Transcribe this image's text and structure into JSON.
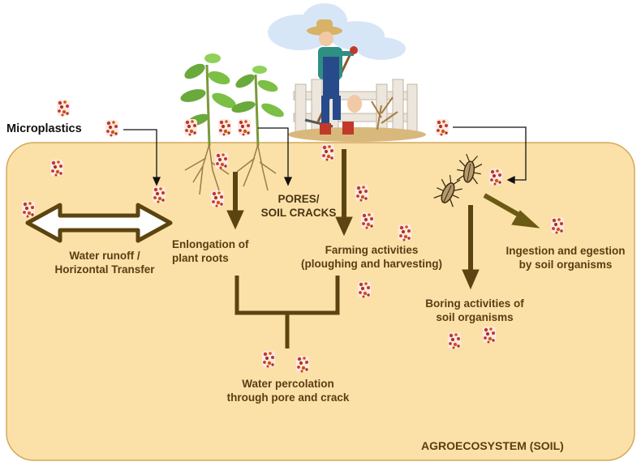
{
  "labels": {
    "microplastics": "Microplastics",
    "pores_line1": "PORES/",
    "pores_line2": "SOIL CRACKS",
    "water_runoff_line1": "Water runoff /",
    "water_runoff_line2": "Horizontal Transfer",
    "root_line1": "Enlongation of",
    "root_line2": "plant roots",
    "farming_line1": "Farming activities",
    "farming_line2": "(ploughing and harvesting)",
    "ingestion_line1": "Ingestion and egestion",
    "ingestion_line2": "by soil organisms",
    "boring_line1": "Boring activities of",
    "boring_line2": "soil organisms",
    "percolation_line1": "Water percolation",
    "percolation_line2": "through pore and crack",
    "ecosystem": "AGROECOSYSTEM (SOIL)"
  },
  "colors": {
    "soil_fill": "#fbe1a8",
    "soil_border": "#d4a95c",
    "arrow": "#5c4410",
    "arrow_light": "#6a5a14",
    "text": "#5a3d12",
    "particle": "#c0392b"
  },
  "icons": {
    "microplastic": "microplastic-particle-icon",
    "farmer": "farmer-raking-icon",
    "plant": "plant-with-roots-icon",
    "insect": "soil-insect-icon"
  }
}
